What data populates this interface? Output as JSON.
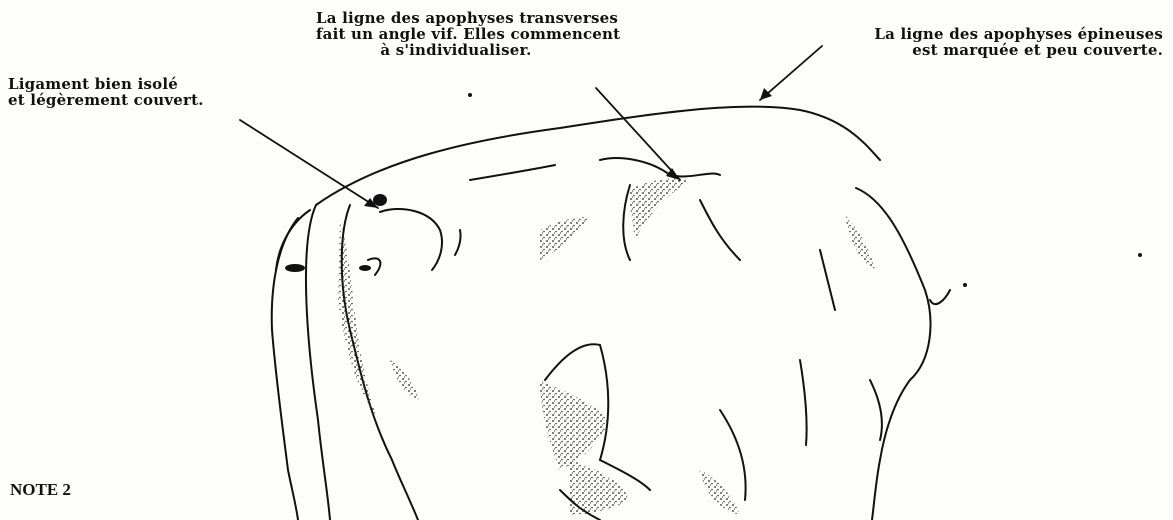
{
  "labels": {
    "ligament": [
      "Ligament bien isolé",
      "et légèrement couvert."
    ],
    "transverse": [
      "La ligne des apophyses transverses",
      "fait un angle vif. Elles commencent",
      "à s'individualiser."
    ],
    "epineuses": [
      "La ligne des apophyses épineuses",
      "est marquée et peu couverte."
    ]
  },
  "note": "NOTE 2"
}
